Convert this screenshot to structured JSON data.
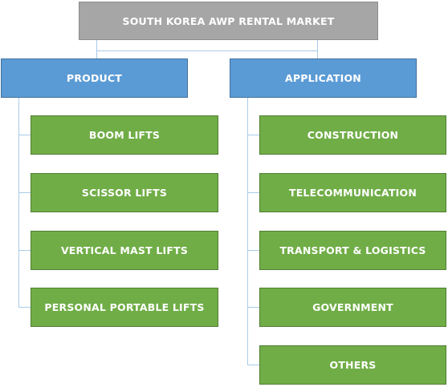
{
  "title": "SOUTH KOREA AWP RENTAL MARKET",
  "branches": [
    {
      "label": "PRODUCT",
      "items": [
        "BOOM LIFTS",
        "SCISSOR LIFTS",
        "VERTICAL MAST LIFTS",
        "PERSONAL PORTABLE LIFTS"
      ]
    },
    {
      "label": "APPLICATION",
      "items": [
        "CONSTRUCTION",
        "TELECOMMUNICATION",
        "TRANSPORT & LOGISTICS",
        "GOVERNMENT",
        "OTHERS"
      ]
    }
  ],
  "colors": {
    "root": "#a6a6a6",
    "category": "#5b9bd5",
    "leaf": "#70ad47",
    "connector": "#a9cbe8"
  }
}
